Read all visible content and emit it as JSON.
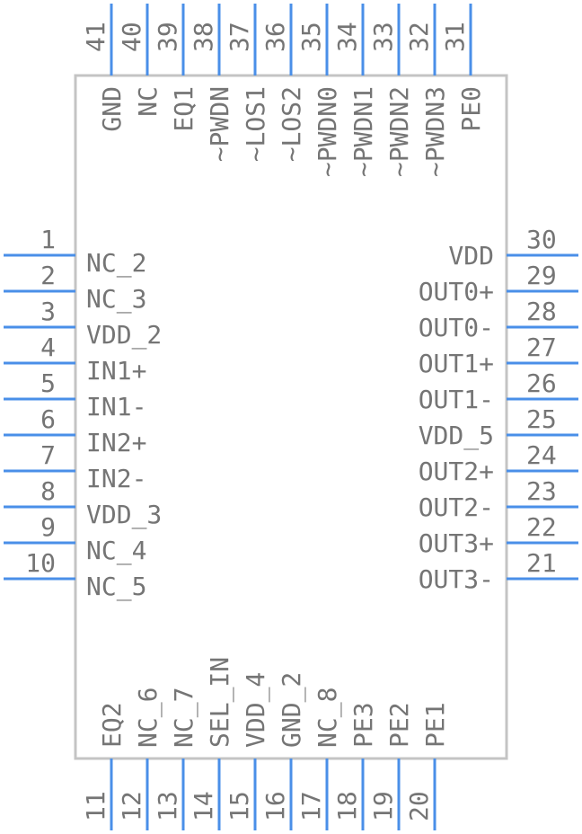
{
  "colors": {
    "pin": "#4a8fe8",
    "body_outline": "#c4c4c4",
    "text": "#757575"
  },
  "pins": {
    "left": [
      {
        "number": "1",
        "name": "NC_2"
      },
      {
        "number": "2",
        "name": "NC_3"
      },
      {
        "number": "3",
        "name": "VDD_2"
      },
      {
        "number": "4",
        "name": "IN1+"
      },
      {
        "number": "5",
        "name": "IN1-"
      },
      {
        "number": "6",
        "name": "IN2+"
      },
      {
        "number": "7",
        "name": "IN2-"
      },
      {
        "number": "8",
        "name": "VDD_3"
      },
      {
        "number": "9",
        "name": "NC_4"
      },
      {
        "number": "10",
        "name": "NC_5"
      }
    ],
    "bottom": [
      {
        "number": "11",
        "name": "EQ2"
      },
      {
        "number": "12",
        "name": "NC_6"
      },
      {
        "number": "13",
        "name": "NC_7"
      },
      {
        "number": "14",
        "name": "SEL_IN"
      },
      {
        "number": "15",
        "name": "VDD_4"
      },
      {
        "number": "16",
        "name": "GND_2"
      },
      {
        "number": "17",
        "name": "NC_8"
      },
      {
        "number": "18",
        "name": "PE3"
      },
      {
        "number": "19",
        "name": "PE2"
      },
      {
        "number": "20",
        "name": "PE1"
      }
    ],
    "right": [
      {
        "number": "21",
        "name": "OUT3-"
      },
      {
        "number": "22",
        "name": "OUT3+"
      },
      {
        "number": "23",
        "name": "OUT2-"
      },
      {
        "number": "24",
        "name": "OUT2+"
      },
      {
        "number": "25",
        "name": "VDD_5"
      },
      {
        "number": "26",
        "name": "OUT1-"
      },
      {
        "number": "27",
        "name": "OUT1+"
      },
      {
        "number": "28",
        "name": "OUT0-"
      },
      {
        "number": "29",
        "name": "OUT0+"
      },
      {
        "number": "30",
        "name": "VDD"
      }
    ],
    "top": [
      {
        "number": "31",
        "name": "PE0"
      },
      {
        "number": "32",
        "name": "~PWDN3"
      },
      {
        "number": "33",
        "name": "~PWDN2"
      },
      {
        "number": "34",
        "name": "~PWDN1"
      },
      {
        "number": "35",
        "name": "~PWDN0"
      },
      {
        "number": "36",
        "name": "~LOS2"
      },
      {
        "number": "37",
        "name": "~LOS1"
      },
      {
        "number": "38",
        "name": "~PWDN"
      },
      {
        "number": "39",
        "name": "EQ1"
      },
      {
        "number": "40",
        "name": "NC"
      },
      {
        "number": "41",
        "name": "GND"
      }
    ]
  }
}
